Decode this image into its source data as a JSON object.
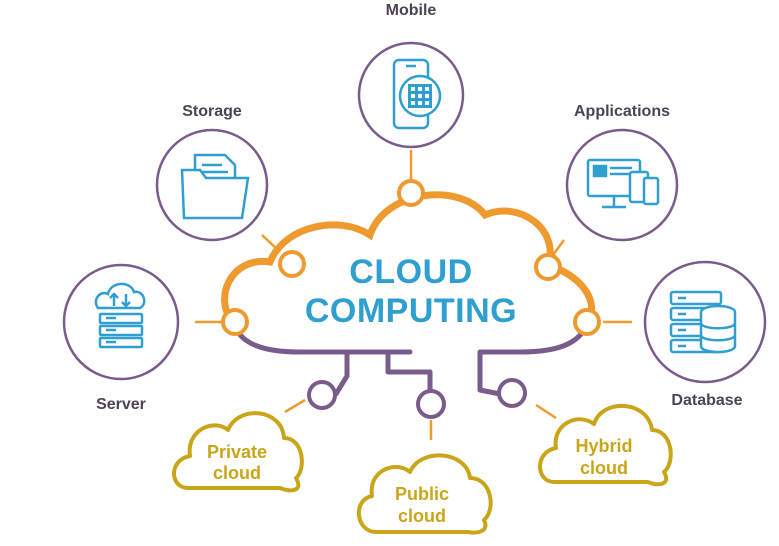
{
  "diagram": {
    "title_line1": "CLOUD",
    "title_line2": "COMPUTING",
    "nodes": {
      "mobile": "Mobile",
      "storage": "Storage",
      "applications": "Applications",
      "server": "Server",
      "database": "Database"
    },
    "clouds": {
      "private_line1": "Private",
      "private_line2": "cloud",
      "public_line1": "Public",
      "public_line2": "cloud",
      "hybrid_line1": "Hybrid",
      "hybrid_line2": "cloud"
    },
    "colors": {
      "orange": "#ef9a2e",
      "purple": "#7a5c8c",
      "blue": "#2f9fd0",
      "gold": "#c9a51a",
      "label": "#4a4454"
    },
    "icons": [
      "mobile-icon",
      "folder-icon",
      "monitor-icon",
      "server-cloud-icon",
      "database-icon"
    ]
  }
}
